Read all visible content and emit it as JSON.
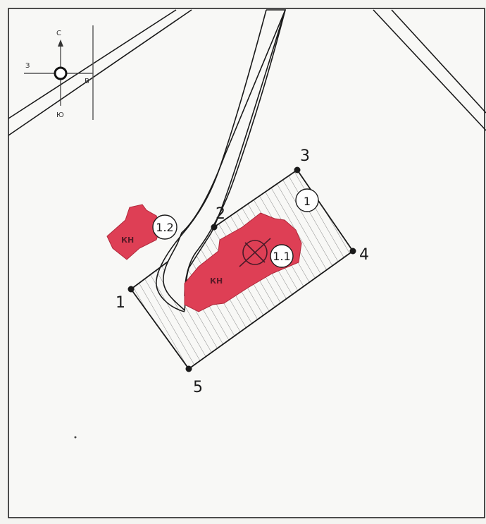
{
  "compass": {
    "north": "С",
    "south": "Ю",
    "west": "З",
    "east": "В"
  },
  "parcel": {
    "label": "1",
    "points": [
      {
        "label": "1"
      },
      {
        "label": "2"
      },
      {
        "label": "3"
      },
      {
        "label": "4"
      },
      {
        "label": "5"
      }
    ]
  },
  "buildings": [
    {
      "id": "1.1",
      "type": "КН"
    },
    {
      "id": "1.2",
      "type": "КН"
    }
  ],
  "colors": {
    "building_fill": "#de3f55",
    "parcel_hatch": "#8a8a8a",
    "lines": "#1a1a1a",
    "background": "#f4f4f1"
  }
}
